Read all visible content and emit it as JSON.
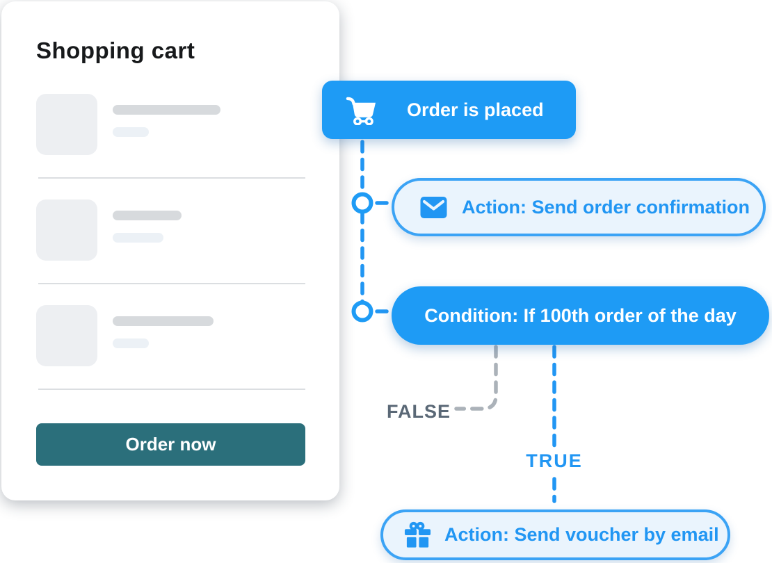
{
  "cart_panel": {
    "title": "Shopping cart",
    "order_button_label": "Order now",
    "item_count": 3
  },
  "flow": {
    "trigger_label": "Order is placed",
    "trigger_icon": "cart-icon",
    "action_confirmation_label": "Action: Send order confirmation",
    "action_confirmation_icon": "envelope-icon",
    "condition_label": "Condition: If 100th order of the day",
    "false_label": "FALSE",
    "true_label": "TRUE",
    "action_voucher_label": "Action: Send voucher by email",
    "action_voucher_icon": "gift-icon"
  },
  "colors": {
    "accent_blue": "#1E9BF5",
    "text_blue": "#2196F3",
    "light_blue_bg": "#EAF4FD",
    "light_blue_border": "#3BA3F5",
    "teal_button": "#2B6F7B",
    "false_gray": "#5A6876",
    "dash_gray": "#ABB2B9"
  }
}
